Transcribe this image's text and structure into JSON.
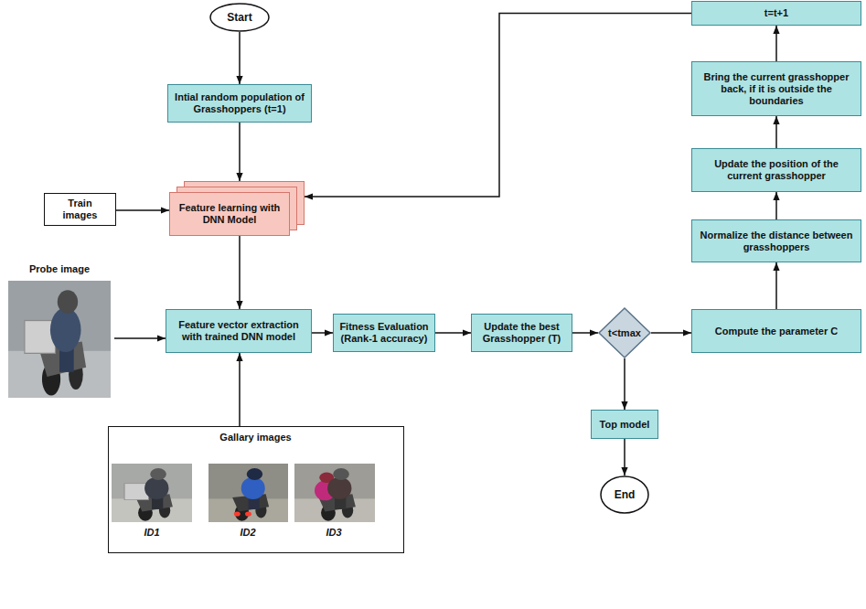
{
  "diagram": {
    "nodes": [
      {
        "text": [
          "Start"
        ]
      },
      {
        "text": [
          "Intial random population of Grasshoppers (t=1)"
        ]
      },
      {
        "text": [
          "Train images"
        ]
      },
      {
        "text": [
          "Feature learning with DNN Model"
        ]
      },
      {
        "text": [
          "Probe image"
        ]
      },
      {
        "text": [
          "Feature vector extraction with trained DNN model"
        ]
      },
      {
        "text": [
          "Gallary images",
          "ID1",
          "ID2",
          "ID3"
        ]
      },
      {
        "text": [
          "Fitness Evaluation (Rank-1 accuracy)"
        ]
      },
      {
        "text": [
          "Update the best Grasshopper (T)"
        ]
      },
      {
        "text": [
          "t<tmax"
        ]
      },
      {
        "text": [
          "Top model"
        ]
      },
      {
        "text": [
          "End"
        ]
      },
      {
        "text": [
          "Compute the parameter C"
        ]
      },
      {
        "text": [
          "Normalize the distance between grasshoppers"
        ]
      },
      {
        "text": [
          "Update the position of the current grasshopper"
        ]
      },
      {
        "text": [
          "Bring the current grasshopper back, if it is outside the boundaries"
        ]
      },
      {
        "text": [
          "t=t+1"
        ]
      }
    ],
    "edges": [
      {
        "from": 0,
        "to": 1,
        "arrow": "to"
      },
      {
        "from": 1,
        "to": 3,
        "arrow": "to"
      },
      {
        "from": 2,
        "to": 3,
        "arrow": "to"
      },
      {
        "from": 3,
        "to": 5,
        "arrow": "to"
      },
      {
        "from": 4,
        "to": 5,
        "arrow": "to"
      },
      {
        "from": 6,
        "to": 5,
        "arrow": "to"
      },
      {
        "from": 5,
        "to": 7,
        "arrow": "to"
      },
      {
        "from": 7,
        "to": 8,
        "arrow": "to"
      },
      {
        "from": 8,
        "to": 9,
        "arrow": "to"
      },
      {
        "from": 9,
        "to": 12,
        "arrow": "to"
      },
      {
        "from": 9,
        "to": 10,
        "arrow": "to"
      },
      {
        "from": 10,
        "to": 11,
        "arrow": "to"
      },
      {
        "from": 12,
        "to": 13,
        "arrow": "to"
      },
      {
        "from": 13,
        "to": 14,
        "arrow": "to"
      },
      {
        "from": 14,
        "to": 15,
        "arrow": "to"
      },
      {
        "from": 15,
        "to": 16,
        "arrow": "to"
      },
      {
        "from": 16,
        "to": 3,
        "arrow": "to"
      }
    ]
  }
}
